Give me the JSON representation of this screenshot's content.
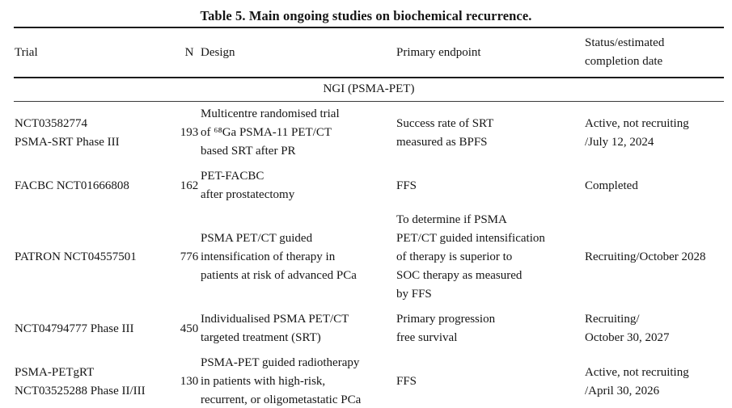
{
  "title": "Table 5. Main ongoing studies on biochemical recurrence.",
  "table": {
    "headers": [
      "Trial",
      "N",
      "Design",
      "Primary endpoint",
      "Status/estimated\ncompletion date"
    ],
    "section_label": "NGI (PSMA-PET)",
    "rows": [
      {
        "trial": "NCT03582774\nPSMA-SRT Phase III",
        "n": "193",
        "design": "Multicentre randomised trial\nof ⁶⁸Ga PSMA-11 PET/CT\nbased SRT after PR",
        "endpoint": "Success rate of SRT\nmeasured as BPFS",
        "status": "Active, not recruiting\n/July 12, 2024"
      },
      {
        "trial": "FACBC NCT01666808",
        "n": "162",
        "design": "PET-FACBC\nafter prostatectomy",
        "endpoint": "FFS",
        "status": "Completed"
      },
      {
        "trial": "PATRON NCT04557501",
        "n": "776",
        "design": "PSMA PET/CT guided\nintensification of therapy in\npatients at risk of advanced PCa",
        "endpoint": "To determine if PSMA\nPET/CT guided intensification\nof therapy is superior to\nSOC therapy as measured\nby FFS",
        "status": "Recruiting/October 2028"
      },
      {
        "trial": "NCT04794777 Phase III",
        "n": "450",
        "design": "Individualised PSMA PET/CT\ntargeted treatment (SRT)",
        "endpoint": "Primary progression\nfree survival",
        "status": "Recruiting/\nOctober 30, 2027"
      },
      {
        "trial": "PSMA-PETgRT\nNCT03525288 Phase II/III",
        "n": "130",
        "design": "PSMA-PET guided radiotherapy\nin patients with high-risk,\nrecurrent, or oligometastatic PCa",
        "endpoint": "FFS",
        "status": "Active, not recruiting\n/April 30, 2026"
      }
    ]
  },
  "colors": {
    "background": "#ffffff",
    "text": "#151515",
    "rule": "#1c1c1c"
  }
}
